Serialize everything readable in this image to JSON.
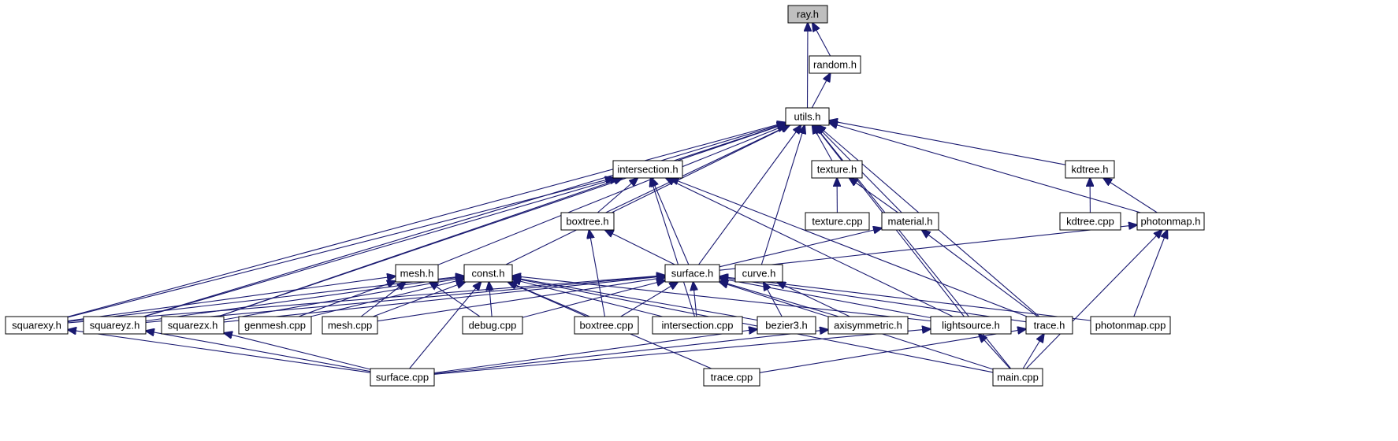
{
  "diagram": {
    "root": "ray.h",
    "line_color": "#191970",
    "root_fill": "#bfbfbf",
    "nodes": [
      {
        "id": "ray",
        "label": "ray.h"
      },
      {
        "id": "random",
        "label": "random.h"
      },
      {
        "id": "utils",
        "label": "utils.h"
      },
      {
        "id": "intersectH",
        "label": "intersection.h"
      },
      {
        "id": "textureH",
        "label": "texture.h"
      },
      {
        "id": "kdtreeH",
        "label": "kdtree.h"
      },
      {
        "id": "boxtreeH",
        "label": "boxtree.h"
      },
      {
        "id": "textureCpp",
        "label": "texture.cpp"
      },
      {
        "id": "materialH",
        "label": "material.h"
      },
      {
        "id": "kdtreeCpp",
        "label": "kdtree.cpp"
      },
      {
        "id": "photonmapH",
        "label": "photonmap.h"
      },
      {
        "id": "meshH",
        "label": "mesh.h"
      },
      {
        "id": "constH",
        "label": "const.h"
      },
      {
        "id": "surfaceH",
        "label": "surface.h"
      },
      {
        "id": "curveH",
        "label": "curve.h"
      },
      {
        "id": "squarexy",
        "label": "squarexy.h"
      },
      {
        "id": "squareyz",
        "label": "squareyz.h"
      },
      {
        "id": "squarezx",
        "label": "squarezx.h"
      },
      {
        "id": "genmesh",
        "label": "genmesh.cpp"
      },
      {
        "id": "meshCpp",
        "label": "mesh.cpp"
      },
      {
        "id": "debugCpp",
        "label": "debug.cpp"
      },
      {
        "id": "boxtreeCpp",
        "label": "boxtree.cpp"
      },
      {
        "id": "intersectCpp",
        "label": "intersection.cpp"
      },
      {
        "id": "bezier3",
        "label": "bezier3.h"
      },
      {
        "id": "axisym",
        "label": "axisymmetric.h"
      },
      {
        "id": "lightsrc",
        "label": "lightsource.h"
      },
      {
        "id": "traceH",
        "label": "trace.h"
      },
      {
        "id": "photonmapCpp",
        "label": "photonmap.cpp"
      },
      {
        "id": "surfaceCpp",
        "label": "surface.cpp"
      },
      {
        "id": "traceCpp",
        "label": "trace.cpp"
      },
      {
        "id": "mainCpp",
        "label": "main.cpp"
      }
    ],
    "edges": [
      [
        "random",
        "ray"
      ],
      [
        "utils",
        "ray"
      ],
      [
        "utils",
        "random"
      ],
      [
        "intersectH",
        "utils"
      ],
      [
        "textureH",
        "utils"
      ],
      [
        "kdtreeH",
        "utils"
      ],
      [
        "boxtreeH",
        "utils"
      ],
      [
        "materialH",
        "utils"
      ],
      [
        "photonmapH",
        "utils"
      ],
      [
        "meshH",
        "utils"
      ],
      [
        "constH",
        "utils"
      ],
      [
        "surfaceH",
        "utils"
      ],
      [
        "curveH",
        "utils"
      ],
      [
        "squarexy",
        "utils"
      ],
      [
        "squareyz",
        "utils"
      ],
      [
        "squarezx",
        "utils"
      ],
      [
        "lightsrc",
        "utils"
      ],
      [
        "traceH",
        "utils"
      ],
      [
        "mainCpp",
        "utils"
      ],
      [
        "textureCpp",
        "textureH"
      ],
      [
        "materialH",
        "textureH"
      ],
      [
        "kdtreeCpp",
        "kdtreeH"
      ],
      [
        "photonmapH",
        "kdtreeH"
      ],
      [
        "boxtreeH",
        "intersectH"
      ],
      [
        "surfaceH",
        "intersectH"
      ],
      [
        "squarexy",
        "intersectH"
      ],
      [
        "squareyz",
        "intersectH"
      ],
      [
        "squarezx",
        "intersectH"
      ],
      [
        "intersectCpp",
        "intersectH"
      ],
      [
        "lightsrc",
        "intersectH"
      ],
      [
        "traceH",
        "intersectH"
      ],
      [
        "surfaceH",
        "boxtreeH"
      ],
      [
        "boxtreeCpp",
        "boxtreeH"
      ],
      [
        "surfaceH",
        "materialH"
      ],
      [
        "traceH",
        "materialH"
      ],
      [
        "surfaceH",
        "photonmapH"
      ],
      [
        "photonmapCpp",
        "photonmapH"
      ],
      [
        "mainCpp",
        "photonmapH"
      ],
      [
        "squarexy",
        "meshH"
      ],
      [
        "genmesh",
        "meshH"
      ],
      [
        "meshCpp",
        "meshH"
      ],
      [
        "debugCpp",
        "meshH"
      ],
      [
        "squarexy",
        "constH"
      ],
      [
        "squareyz",
        "constH"
      ],
      [
        "squarezx",
        "constH"
      ],
      [
        "genmesh",
        "constH"
      ],
      [
        "meshCpp",
        "constH"
      ],
      [
        "debugCpp",
        "constH"
      ],
      [
        "boxtreeCpp",
        "constH"
      ],
      [
        "intersectCpp",
        "constH"
      ],
      [
        "bezier3",
        "constH"
      ],
      [
        "lightsrc",
        "constH"
      ],
      [
        "surfaceCpp",
        "constH"
      ],
      [
        "traceCpp",
        "constH"
      ],
      [
        "mainCpp",
        "constH"
      ],
      [
        "squarexy",
        "surfaceH"
      ],
      [
        "squareyz",
        "surfaceH"
      ],
      [
        "squarezx",
        "surfaceH"
      ],
      [
        "meshCpp",
        "surfaceH"
      ],
      [
        "debugCpp",
        "surfaceH"
      ],
      [
        "boxtreeCpp",
        "surfaceH"
      ],
      [
        "intersectCpp",
        "surfaceH"
      ],
      [
        "axisym",
        "surfaceH"
      ],
      [
        "lightsrc",
        "surfaceH"
      ],
      [
        "traceH",
        "surfaceH"
      ],
      [
        "photonmapCpp",
        "surfaceH"
      ],
      [
        "mainCpp",
        "surfaceH"
      ],
      [
        "bezier3",
        "curveH"
      ],
      [
        "axisym",
        "curveH"
      ],
      [
        "surfaceCpp",
        "squarexy"
      ],
      [
        "surfaceCpp",
        "squareyz"
      ],
      [
        "surfaceCpp",
        "squarezx"
      ],
      [
        "surfaceCpp",
        "bezier3"
      ],
      [
        "surfaceCpp",
        "axisym"
      ],
      [
        "surfaceCpp",
        "lightsrc"
      ],
      [
        "mainCpp",
        "lightsrc"
      ],
      [
        "traceCpp",
        "traceH"
      ],
      [
        "mainCpp",
        "traceH"
      ]
    ]
  }
}
